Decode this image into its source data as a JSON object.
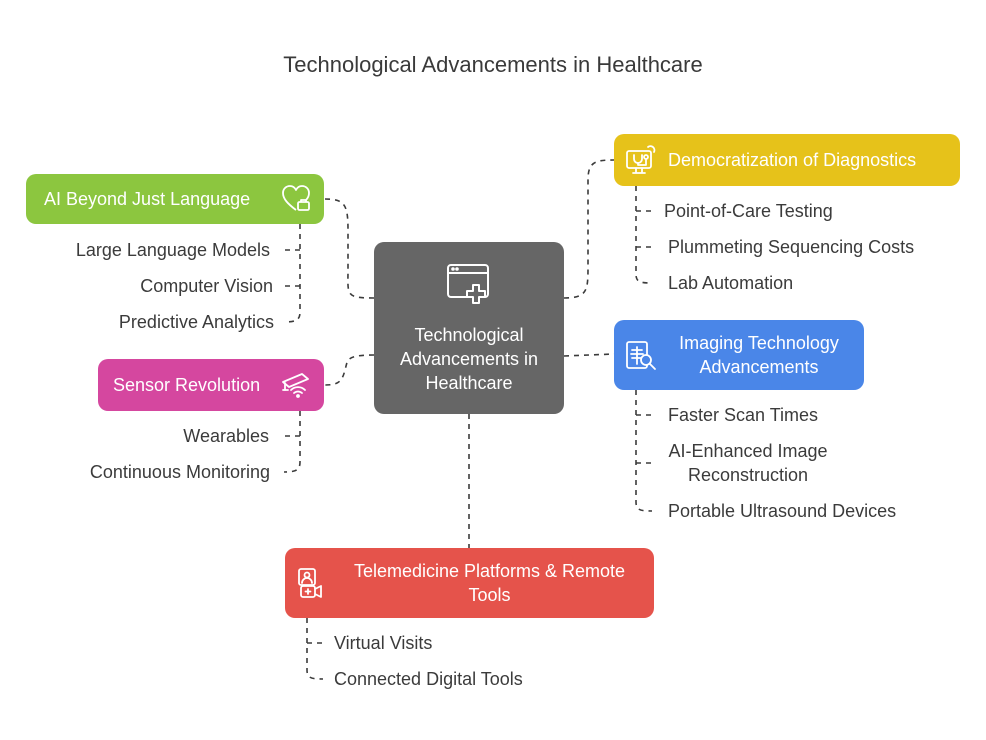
{
  "title": "Technological Advancements in Healthcare",
  "center": {
    "label": "Technological Advancements in Healthcare",
    "icon": "browser-window-plus-icon",
    "color": "#666666"
  },
  "branches": {
    "ai": {
      "label": "AI Beyond Just Language",
      "icon": "heart-briefcase-icon",
      "color": "#8cc63f",
      "items": [
        "Large Language Models",
        "Computer Vision",
        "Predictive Analytics"
      ]
    },
    "sensor": {
      "label": "Sensor Revolution",
      "icon": "camera-wifi-icon",
      "color": "#d5479f",
      "items": [
        "Wearables",
        "Continuous Monitoring"
      ]
    },
    "democratization": {
      "label": "Democratization of Diagnostics",
      "icon": "monitor-stethoscope-icon",
      "color": "#e6c21a",
      "items": [
        "Point-of-Care Testing",
        "Plummeting Sequencing Costs",
        "Lab Automation"
      ]
    },
    "imaging": {
      "label": "Imaging Technology Advancements",
      "icon": "xray-search-icon",
      "color": "#4a86e8",
      "items": [
        "Faster Scan Times",
        "AI-Enhanced Image Reconstruction",
        "Portable Ultrasound Devices"
      ]
    },
    "telemedicine": {
      "label": "Telemedicine Platforms & Remote Tools",
      "icon": "doctor-video-icon",
      "color": "#e5534b",
      "items": [
        "Virtual Visits",
        "Connected Digital Tools"
      ]
    }
  }
}
